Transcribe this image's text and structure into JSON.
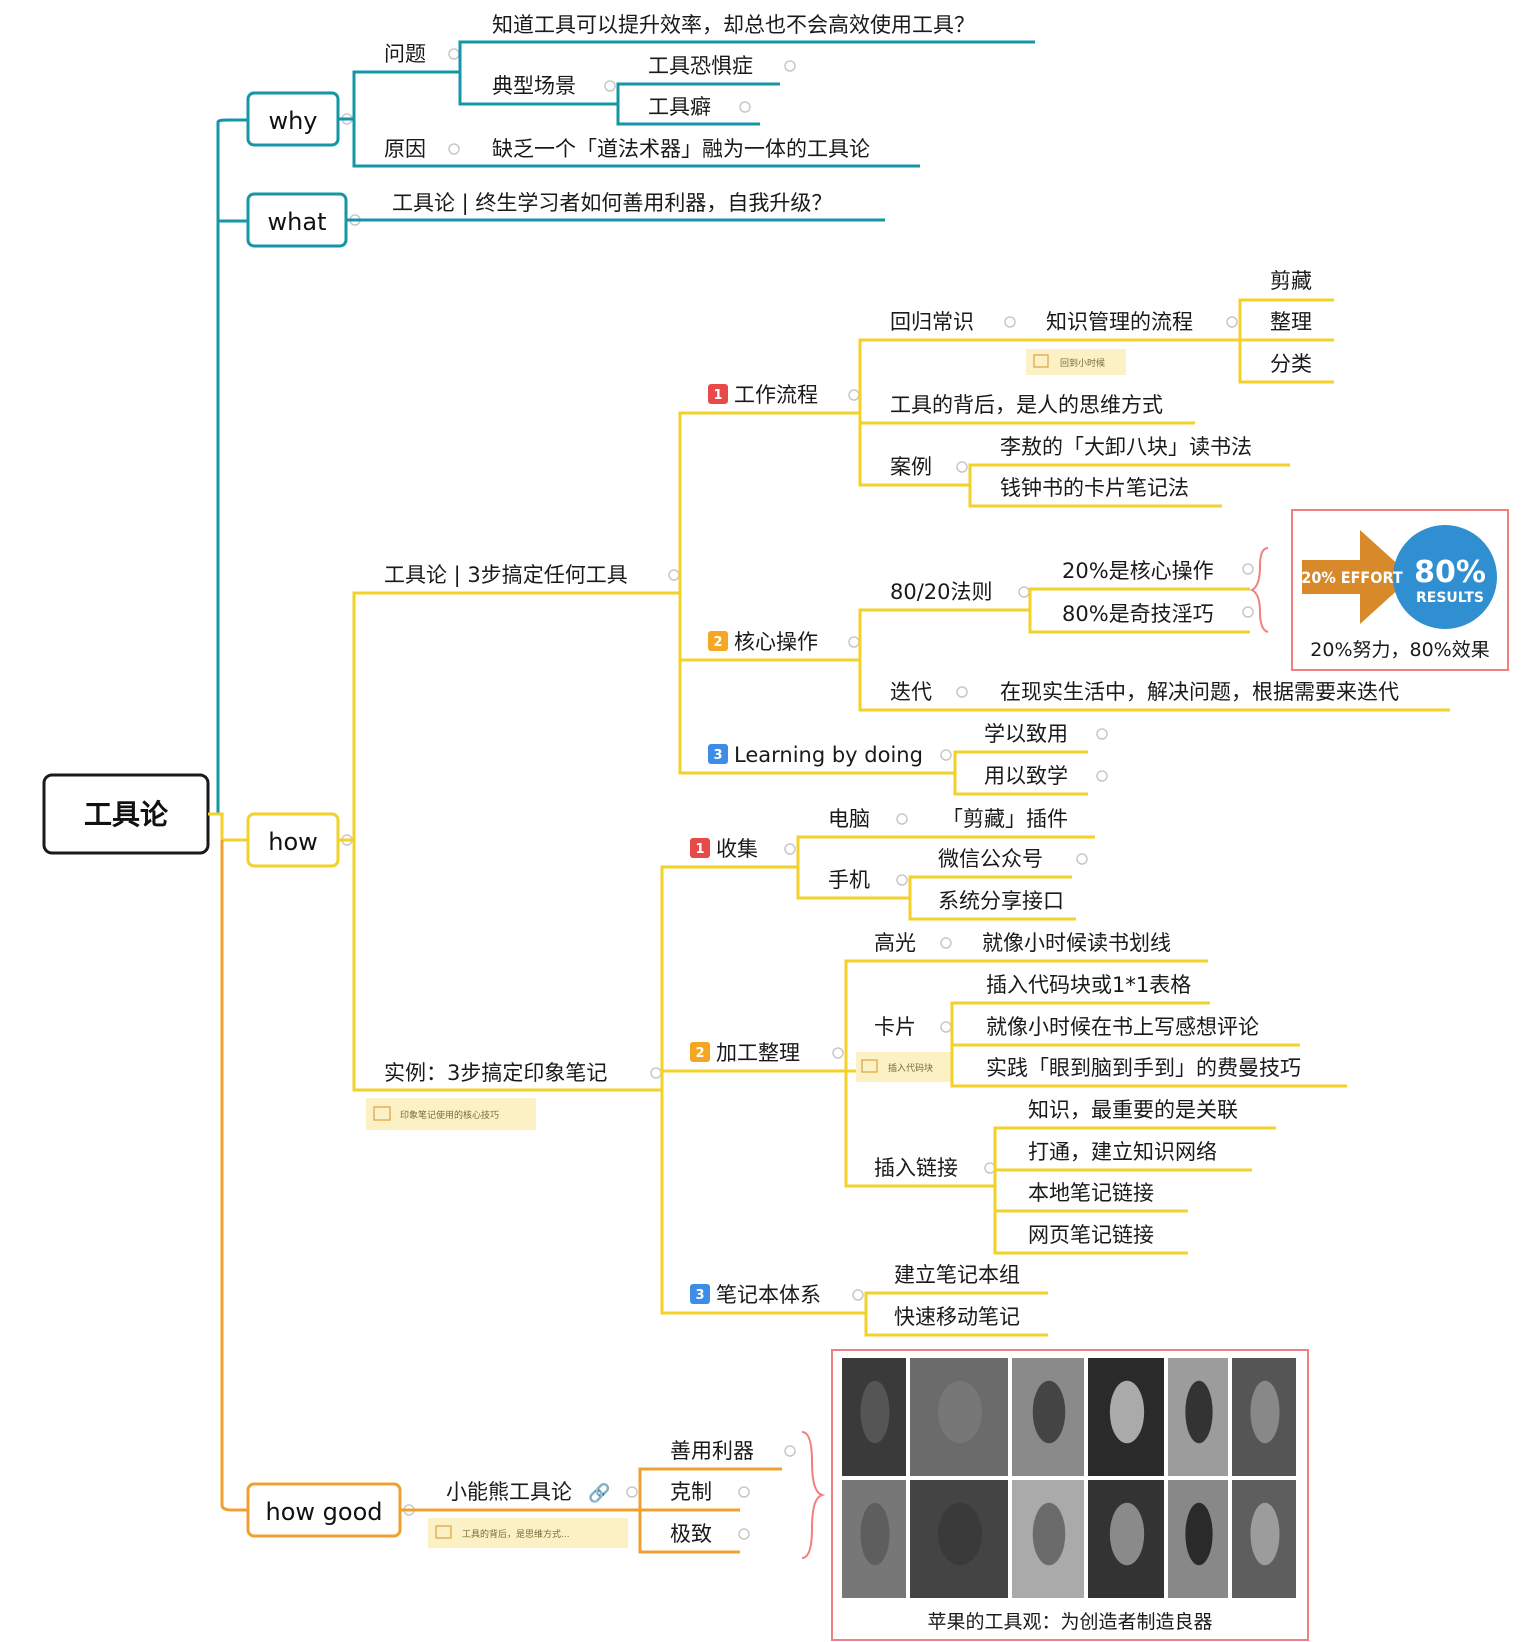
{
  "root": "工具论",
  "branches": {
    "why": {
      "label": "why",
      "problem_label": "问题",
      "problem_text": "知道工具可以提升效率，却总也不会高效使用工具？",
      "scene_label": "典型场景",
      "scene_items": [
        "工具恐惧症",
        "工具癖"
      ],
      "cause_label": "原因",
      "cause_text": "缺乏一个「道法术器」融为一体的工具论"
    },
    "what": {
      "label": "what",
      "text": "工具论 | 终生学习者如何善用利器，自我升级？"
    },
    "how": {
      "label": "how",
      "part1": {
        "title": "工具论 | 3步搞定任何工具",
        "step1": {
          "badge": "1",
          "title": "工作流程",
          "common_sense": "回归常识",
          "km_process": "知识管理的流程",
          "km_note": "回到小时候",
          "km_items": [
            "剪藏",
            "整理",
            "分类"
          ],
          "mindset": "工具的背后，是人的思维方式",
          "case_label": "案例",
          "cases": [
            "李敖的「大卸八块」读书法",
            "钱钟书的卡片笔记法"
          ]
        },
        "step2": {
          "badge": "2",
          "title": "核心操作",
          "rule_label": "80/20法则",
          "rule_items": [
            "20%是核心操作",
            "80%是奇技淫巧"
          ],
          "img_left": "20% EFFORT",
          "img_big": "80%",
          "img_small": "RESULTS",
          "img_caption": "20%努力，80%效果",
          "iter_label": "迭代",
          "iter_text": "在现实生活中，解决问题，根据需要来迭代"
        },
        "step3": {
          "badge": "3",
          "title": "Learning by doing",
          "items": [
            "学以致用",
            "用以致学"
          ]
        }
      },
      "part2": {
        "title": "实例：3步搞定印象笔记",
        "note": "印象笔记使用的核心技巧",
        "collect": {
          "badge": "1",
          "title": "收集",
          "pc_label": "电脑",
          "pc_item": "「剪藏」插件",
          "phone_label": "手机",
          "phone_items": [
            "微信公众号",
            "系统分享接口"
          ]
        },
        "process": {
          "badge": "2",
          "title": "加工整理",
          "highlight_label": "高光",
          "highlight_item": "就像小时候读书划线",
          "card_label": "卡片",
          "card_note": "插入代码块",
          "card_items": [
            "插入代码块或1*1表格",
            "就像小时候在书上写感想评论",
            "实践「眼到脑到手到」的费曼技巧"
          ],
          "link_label": "插入链接",
          "link_items": [
            "知识，最重要的是关联",
            "打通，建立知识网络",
            "本地笔记链接",
            "网页笔记链接"
          ]
        },
        "notebook": {
          "badge": "3",
          "title": "笔记本体系",
          "items": [
            "建立笔记本组",
            "快速移动笔记"
          ]
        }
      }
    },
    "how_good": {
      "label": "how good",
      "topic": "小能熊工具论",
      "note": "工具的背后，是思维方式...",
      "items": [
        "善用利器",
        "克制",
        "极致"
      ],
      "image_caption": "苹果的工具观：为创造者制造良器"
    }
  },
  "colors": {
    "why": "#1596a6",
    "how": "#f2d12a",
    "how_good": "#f0a030",
    "badge_red": "#e84a4a",
    "badge_orange": "#f5a623",
    "badge_blue": "#3d8ce8",
    "image_frame": "#f08080"
  }
}
